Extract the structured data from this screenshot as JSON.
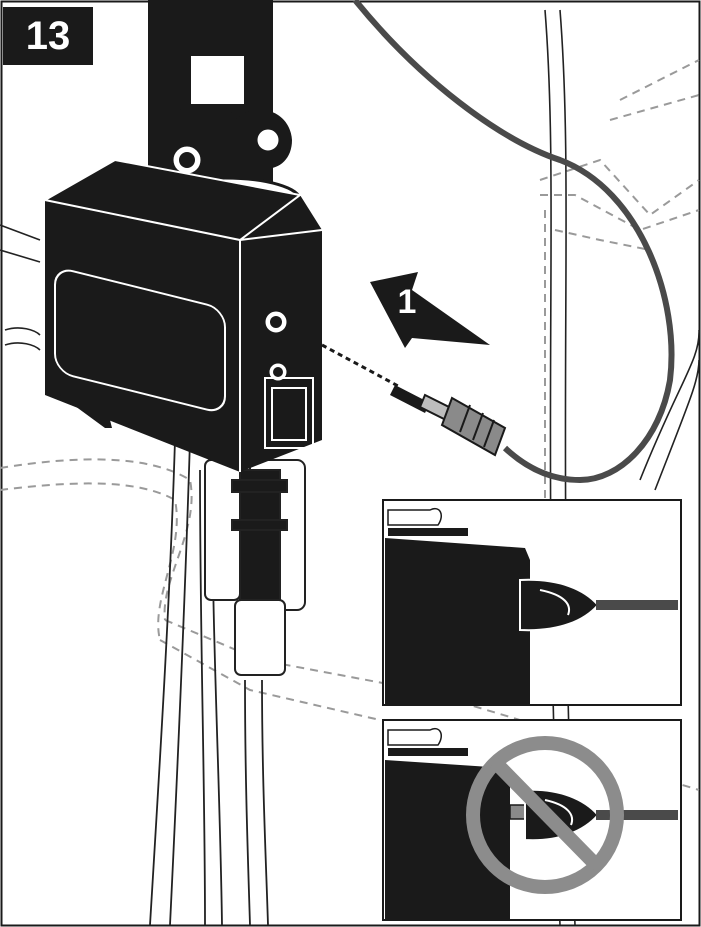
{
  "step": {
    "number": "13"
  },
  "callout": {
    "label": "1"
  },
  "colors": {
    "ink": "#1a1a1a",
    "line": "#222222",
    "dashed": "#9a9a9a",
    "prohibit": "#8c8c8c",
    "cable": "#4a4a4a"
  },
  "insets": [
    {
      "state": "correct"
    },
    {
      "state": "incorrect",
      "overlay": "prohibition-icon"
    }
  ]
}
